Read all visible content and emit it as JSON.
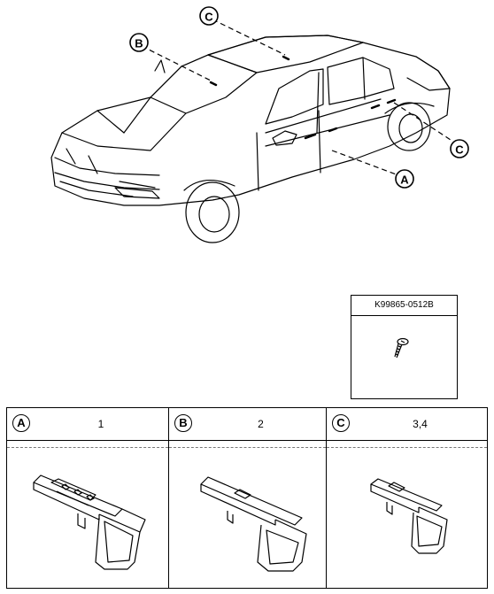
{
  "callouts": {
    "c_top": "C",
    "b_top": "B",
    "c_right": "C",
    "a_bottom": "A"
  },
  "part_number": "K99865-0512B",
  "columns": [
    {
      "letter": "A",
      "count": "1"
    },
    {
      "letter": "B",
      "count": "2"
    },
    {
      "letter": "C",
      "count": "3,4"
    }
  ]
}
